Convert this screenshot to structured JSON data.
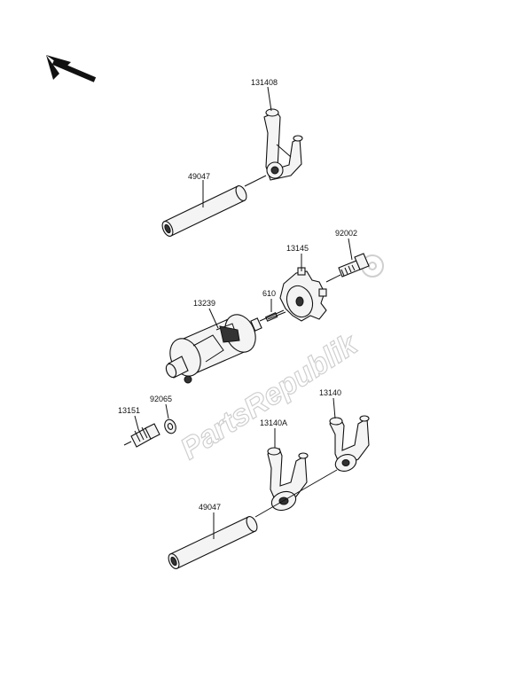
{
  "labels": {
    "p131408": "131408",
    "p49047_top": "49047",
    "p13145": "13145",
    "p92002": "92002",
    "p610": "610",
    "p13239": "13239",
    "p92065": "92065",
    "p13151": "13151",
    "p13140": "13140",
    "p13140A": "13140A",
    "p49047_bottom": "49047"
  },
  "watermark": {
    "text": "PartsRepublik"
  },
  "colors": {
    "ink": "#111111",
    "watermark": "#cfcfcf"
  }
}
